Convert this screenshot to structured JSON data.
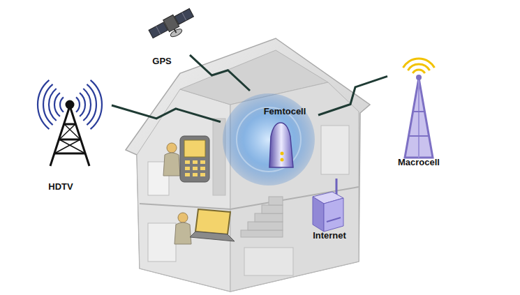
{
  "diagram": {
    "nodes": [
      {
        "text": [
          "GPS"
        ]
      },
      {
        "text": [
          "HDTV"
        ]
      },
      {
        "text": [
          "Femtocell"
        ]
      },
      {
        "text": [
          "Macrocell"
        ]
      },
      {
        "text": [
          "Internet"
        ]
      }
    ],
    "edges": [
      {
        "from": 0,
        "to": 2,
        "arrow": "none"
      },
      {
        "from": 1,
        "to": 2,
        "arrow": "none"
      },
      {
        "from": 3,
        "to": 2,
        "arrow": "none"
      }
    ]
  }
}
